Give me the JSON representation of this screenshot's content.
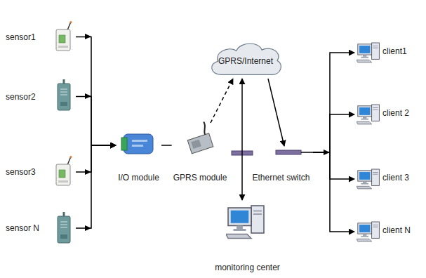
{
  "diagram": {
    "nodes": [
      {
        "text": [
          "sensor1"
        ]
      },
      {
        "text": [
          "sensor2"
        ]
      },
      {
        "text": [
          "sensor3"
        ]
      },
      {
        "text": [
          "sensor N"
        ]
      },
      {
        "text": [
          "I/O module"
        ]
      },
      {
        "text": [
          "GPRS module"
        ]
      },
      {
        "text": [
          "GPRS/Internet"
        ]
      },
      {
        "text": [
          "Ethernet switch"
        ]
      },
      {
        "text": [
          "monitoring center"
        ]
      },
      {
        "text": [
          "client1"
        ]
      },
      {
        "text": [
          "client 2"
        ]
      },
      {
        "text": [
          "client 3"
        ]
      },
      {
        "text": [
          "client N"
        ]
      }
    ],
    "edges": [
      {
        "from": 0,
        "to": 4,
        "arrow": "to"
      },
      {
        "from": 1,
        "to": 4,
        "arrow": "to"
      },
      {
        "from": 2,
        "to": 4,
        "arrow": "to"
      },
      {
        "from": 3,
        "to": 4,
        "arrow": "to"
      },
      {
        "from": 4,
        "to": 5,
        "arrow": "none"
      },
      {
        "from": 5,
        "to": 6,
        "arrow": "to"
      },
      {
        "from": 6,
        "to": 8,
        "arrow": "both"
      },
      {
        "from": 6,
        "to": 7,
        "arrow": "to"
      },
      {
        "from": 7,
        "to": 9,
        "arrow": "to"
      },
      {
        "from": 7,
        "to": 10,
        "arrow": "to"
      },
      {
        "from": 7,
        "to": 11,
        "arrow": "to"
      },
      {
        "from": 7,
        "to": 12,
        "arrow": "to"
      }
    ]
  }
}
